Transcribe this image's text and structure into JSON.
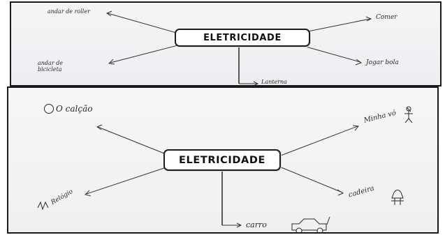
{
  "top_map": {
    "center": "ELETRICIDADE",
    "branches": [
      {
        "text": "andar de roller"
      },
      {
        "text": "Comer"
      },
      {
        "text": "andar de bicicleta"
      },
      {
        "text": "Jogar bola"
      },
      {
        "text": "Lanterna"
      }
    ]
  },
  "bottom_map": {
    "center": "ELETRICIDADE",
    "branches": [
      {
        "text": "O calção",
        "icon": "circle-icon"
      },
      {
        "text": "Minha vó",
        "icon": "stick-figure-icon"
      },
      {
        "text": "Relógio",
        "icon": "zigzag-icon"
      },
      {
        "text": "cadeira",
        "icon": "plug-icon"
      },
      {
        "text": "carro",
        "icon": "car-icon"
      }
    ]
  },
  "colors": {
    "ink": "#2a2a2a",
    "border": "#1a1a1a",
    "paper": "#f1f2f4"
  }
}
